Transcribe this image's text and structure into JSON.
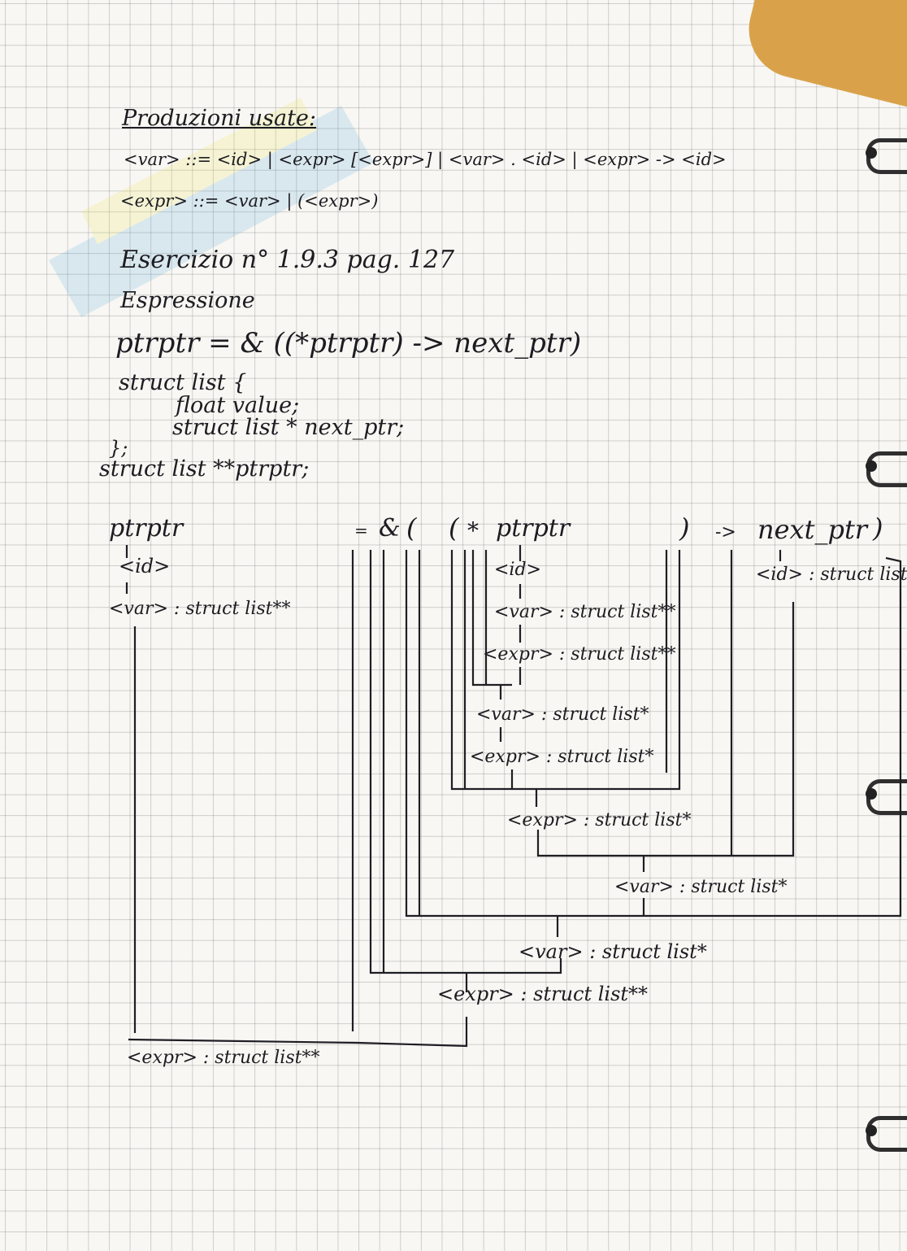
{
  "heading": "Produzioni usate:",
  "prod_var": "<var> ::= <id> | <expr> [<expr>] | <var> . <id> | <expr> -> <id>",
  "prod_expr": "<expr> ::= <var> | (<expr>)",
  "exercise": "Esercizio n° 1.9.3 pag. 127",
  "espressione_label": "Espressione",
  "expression": "ptrptr = & ((*ptrptr) -> next_ptr)",
  "code": {
    "line1": "struct list {",
    "line2": "float value;",
    "line3": "struct list * next_ptr;",
    "line4": "};",
    "line5": "struct list **ptrptr;"
  },
  "tokens": {
    "lhs": "ptrptr",
    "assign": "=",
    "amp": "&",
    "open1": "(",
    "open2": "(",
    "star": "*",
    "inner": "ptrptr",
    "close_inner": ")",
    "arrow": "->",
    "member": "next_ptr",
    "close_outer": ")"
  },
  "tree": {
    "lhs_id": "<id>",
    "lhs_var": "<var> : struct list**",
    "inner_id": "<id>",
    "inner_var": "<var> : struct list**",
    "inner_expr": "<expr> : struct list**",
    "deref_var": "<var> : struct list*",
    "deref_expr": "<expr> : struct list*",
    "paren_expr": "<expr> : struct list*",
    "member_id": "<id> : struct list**",
    "arrow_var": "<var> : struct list*",
    "outer_var": "<var> : struct list*",
    "addr_expr": "<expr> : struct list**",
    "root_expr": "<expr> : struct list**"
  }
}
